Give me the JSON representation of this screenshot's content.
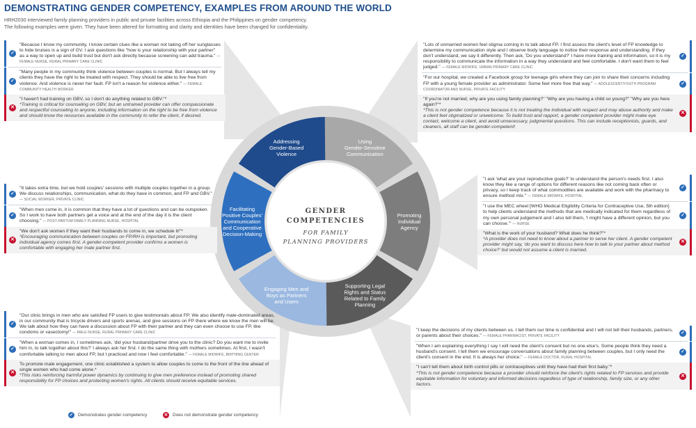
{
  "header": {
    "title": "DEMONSTRATING GENDER COMPETENCY, EXAMPLES FROM AROUND THE WORLD",
    "subtitle_1": "HRH2030 interviewed family planning providers in public and private facilities across Ethiopia and the Philippines on gender competency.",
    "subtitle_2": "The following examples were given. They have been altered for formatting and clarity and identities have been changed for confidentiality."
  },
  "wheel": {
    "center_line1": "GENDER",
    "center_line2": "COMPETENCIES",
    "center_line3": "FOR FAMILY",
    "center_line4": "PLANNING PROVIDERS",
    "segments": [
      {
        "lines": [
          "Addressing",
          "Gender-Based",
          "Violence"
        ],
        "color": "#1f4b8c"
      },
      {
        "lines": [
          "Using",
          "Gender-Sensitive",
          "Communication"
        ],
        "color": "#a8a8a8"
      },
      {
        "lines": [
          "Promoting",
          "Individual",
          "Agency"
        ],
        "color": "#7d7d7d"
      },
      {
        "lines": [
          "Supporting Legal",
          "Rights and Status",
          "Related to Family",
          "Planning"
        ],
        "color": "#5a5a5a"
      },
      {
        "lines": [
          "Engaging Men and",
          "Boys as Partners",
          "and Users"
        ],
        "color": "#9ab8e0"
      },
      {
        "lines": [
          "Facilitating",
          "Positive Couples'",
          "Communication",
          "and Cooperative",
          "Decision-Making"
        ],
        "color": "#2e6fbf"
      }
    ]
  },
  "panels": {
    "gbv": [
      {
        "type": "good",
        "quote": "\"Because I know my community, I know certain clues like a woman not taking off her sunglasses to hide bruises is a sign of GV. I ask questions like \"how is your relationship with your partner\" as a way to open up and build trust but don't ask directly because screening can add trauma.\"",
        "attr": "— FEMALE NURSE, RURAL PRIMARY CARE CLINIC",
        "note": ""
      },
      {
        "type": "good",
        "quote": "\"Many people in my community think violence between couples is normal. But I always tell my clients they have the right to be treated with respect. They should be able to live free from violence. And violence is never her fault. FP isn't a reason for violence either.\"",
        "attr": "— FEMALE COMMUNITY HEALTH WORKER",
        "note": ""
      },
      {
        "type": "bad",
        "quote": "\"I haven't had training on GBV, so I don't do anything related to GBV.\"*",
        "attr": "",
        "note": "*Training is critical for counseling on GBV, but an untrained provider can offer compassionate and respectful counseling to anyone, including information on the right to be free from violence and should know the resources available in the community to refer the client, if desired."
      }
    ],
    "comm": [
      {
        "type": "good",
        "quote": "\"Lots of unmarried women feel stigma coming in to talk about FP. I first assess the client's level of FP knowledge to determine my communication style and I observe body language to notice their response and understanding. If they don't understand, we say it differently. Then ask, 'Do you understand?' I have more training and information, so it is my responsibility to communicate the information in a way they understand and feel comfortable. I don't want them to feel judged.\"",
        "attr": "— FEMALE MIDWIFE, URBAN PRIMARY CARE CLINIC",
        "note": ""
      },
      {
        "type": "good",
        "quote": "\"For our hospital, we created a Facebook group for teenage girls where they can join to share their concerns including FP with a young female provider as administrator. Some feel more free that way.\"",
        "attr": "— ADOLESCENT/YOUTH PROGRAM COORDINATOR AND NURSE, PRIVATE FACILITY",
        "note": ""
      },
      {
        "type": "bad",
        "quote": "\"If you're not married, why are you using family planning?\" \"Why are you having a child so young?\" \"Why are you here again?\"*",
        "attr": "",
        "note": "*This is not gender competence because it is not treating the individual with respect and may abuse authority and make a client feel stigmatized or unwelcome. To build trust and rapport, a gender competent provider might make eye contact, welcome a client, and avoid unnecessary, judgmental questions. This can include receptionists, guards, and cleaners, all staff can be gender-competent!"
      }
    ],
    "couples": [
      {
        "type": "good",
        "quote": "\"It takes extra time, but we hold couples' sessions with multiple couples together in a group. We discuss relationships, communication, what do they have in common, and FP and GBV.\"",
        "attr": "— SOCIAL WORKER, PRIVATE CLINIC",
        "note": ""
      },
      {
        "type": "good",
        "quote": "\"When men come in, it is common that they have a lot of questions and can be outspoken. So I work to have both partners get a voice and at the end of the day it is the client choosing.\"",
        "attr": "— POST-PARTUM FAMILY PLANNING NURSE, HOSPITAL",
        "note": ""
      },
      {
        "type": "bad",
        "quote": "\"We don't ask women if they want their husbands to come in, we schedule it!\"*",
        "attr": "",
        "note": "*Encouraging communication between couples on FP/RH is important, but promoting individual agency comes first. A gender-competent provider confirms a women is comfortable with engaging her male partner first."
      }
    ],
    "agency": [
      {
        "type": "good",
        "quote": "\"I ask 'what are your reproductive goals?' to understand the person's needs first. I also know they like a range of options for different reasons like not coming back often or privacy, so I keep track of what commodities are available and work with the pharmacy to ensure method mix.\"",
        "attr": "— FEMALE MIDWIFE, HOSPITAL",
        "note": ""
      },
      {
        "type": "good",
        "quote": "\"I use the MEC wheel [WHO Medical Eligibility Criteria for Contraceptive Use, 5th edition] to help clients understand the methods that are medically indicated for them regardless of my own personal judgement and I also tell them, 'I might have a different opinion, but you can choose.'\"",
        "attr": "— NURSE",
        "note": ""
      },
      {
        "type": "bad",
        "quote": "\"What is the work of your husband? What does he think?\"*",
        "attr": "",
        "note": "*A provider does not need to know about a partner to serve her client. A gender competent provider might say, 'do you want to discuss here how to talk to your partner about method choice?' but would not assume a client is married."
      }
    ],
    "men": [
      {
        "type": "good",
        "quote": "\"Our clinic brings in men who are satisfied FP users to give testimonials about FP. We also identify male-dominated areas, in our community that is tricycle drivers and sports arenas, and give sessions on FP there where we know the men will be. We talk about how they can have a discussion about FP with their partner and they can even choose to use FP, like condoms or vasectomy!\"",
        "attr": "— MALE NURSE, RURAL PRIMARY CARE CLINIC",
        "note": ""
      },
      {
        "type": "good",
        "quote": "\"When a woman comes in, I sometimes ask, 'did your husband/partner drive you to the clinic? Do you want me to invite him in, to talk together about this?' I always ask her first. I do the same thing with mothers sometimes. At first, I wasn't comfortable talking to men about FP, but I practiced and now I feel comfortable.\"",
        "attr": "— FEMALE MIDWIFE, BIRTHING CENTER",
        "note": ""
      },
      {
        "type": "bad",
        "quote": "To promote male engagement, one clinic established a system to allow couples to come to the front of the line ahead of single women who had come alone.*",
        "attr": "",
        "note": "*This risks reinforcing harmful power dynamics by continuing to give men preference instead of promoting shared responsibility for FP choices and protecting women's rights. All clients should receive equitable services."
      }
    ],
    "legal": [
      {
        "type": "good",
        "quote": "\"I keep the decisions of my clients between us. I tell them our time is confidential and I will not tell their husbands, partners, or parents about their choices.\"",
        "attr": "— FEMALE PHARMACIST, PRIVATE FACILITY",
        "note": ""
      },
      {
        "type": "good",
        "quote": "\"When I am explaining everything I say I will need the client's consent but no one else's. Some people think they need a husband's consent. I tell them we encourage conversations about family planning between couples, but I only need the client's consent in the end. It is always her choice.\"",
        "attr": "— FEMALE DOCTOR, RURAL HOSPITAL",
        "note": ""
      },
      {
        "type": "bad",
        "quote": "\"I can't tell them about birth control pills or contraceptives until they have had their first baby.\"*",
        "attr": "",
        "note": "*This is not gender competence because a provider should reinforce the client's rights related to FP services and provide equitable information for voluntary and informed decisions regardless of type of relationship, family size, or any other factors."
      }
    ]
  },
  "legend": {
    "good_label": "Demonstrates gender competency",
    "bad_label": "Does not demonstrate gender competency"
  },
  "icons": {
    "good": "check-circle-icon",
    "bad": "x-circle-icon"
  },
  "colors": {
    "good": "#2b6cb7",
    "bad": "#c8102e",
    "title": "#1f4e8c"
  }
}
